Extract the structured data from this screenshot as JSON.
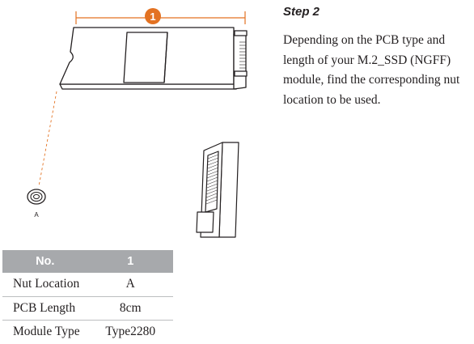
{
  "step": {
    "title": "Step 2",
    "description": "Depending on the PCB type and length of your M.2_SSD (NGFF) module, find the corresponding nut location to be used."
  },
  "diagram": {
    "callout_number": "1",
    "nut_label": "A",
    "colors": {
      "callout": "#e37222",
      "outline": "#231f20",
      "board_fill": "#ffffff"
    }
  },
  "table": {
    "headers": [
      "No.",
      "1"
    ],
    "rows": [
      {
        "label": "Nut Location",
        "value": "A"
      },
      {
        "label": "PCB Length",
        "value": "8cm"
      },
      {
        "label": "Module Type",
        "value": "Type2280"
      }
    ],
    "colors": {
      "header_bg": "#a7a9ac",
      "header_text": "#ffffff"
    }
  }
}
